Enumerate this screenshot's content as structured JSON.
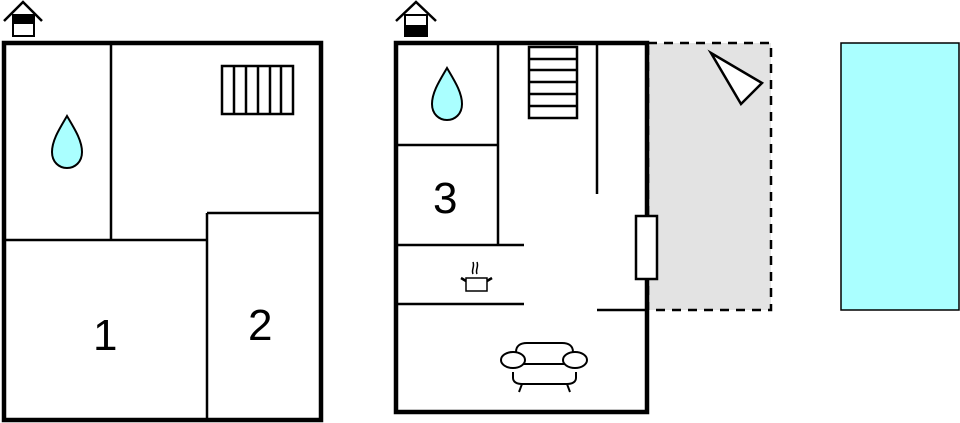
{
  "floors": [
    {
      "name": "upper-floor",
      "floor_indicator": "upper",
      "rooms": [
        {
          "type": "bathroom",
          "icon": "water-drop-icon"
        },
        {
          "type": "hall",
          "icon": "stairs-icon"
        },
        {
          "type": "bedroom",
          "label": "1"
        },
        {
          "type": "bedroom",
          "label": "2"
        }
      ]
    },
    {
      "name": "ground-floor",
      "floor_indicator": "ground",
      "rooms": [
        {
          "type": "bathroom",
          "icon": "water-drop-icon"
        },
        {
          "type": "bedroom",
          "label": "3"
        },
        {
          "type": "kitchen",
          "icon": "cooking-pot-icon"
        },
        {
          "type": "living-room",
          "icon": "armchair-icon"
        },
        {
          "type": "stairwell",
          "icon": "stairs-icon"
        }
      ],
      "terrace": {
        "icon": "terrace-umbrella-icon"
      }
    }
  ],
  "pool": {
    "icon": "swimming-pool"
  },
  "colors": {
    "wall": "#000000",
    "water": "#AAFFFF",
    "terrace": "#E3E3E3",
    "background": "#FFFFFF"
  }
}
